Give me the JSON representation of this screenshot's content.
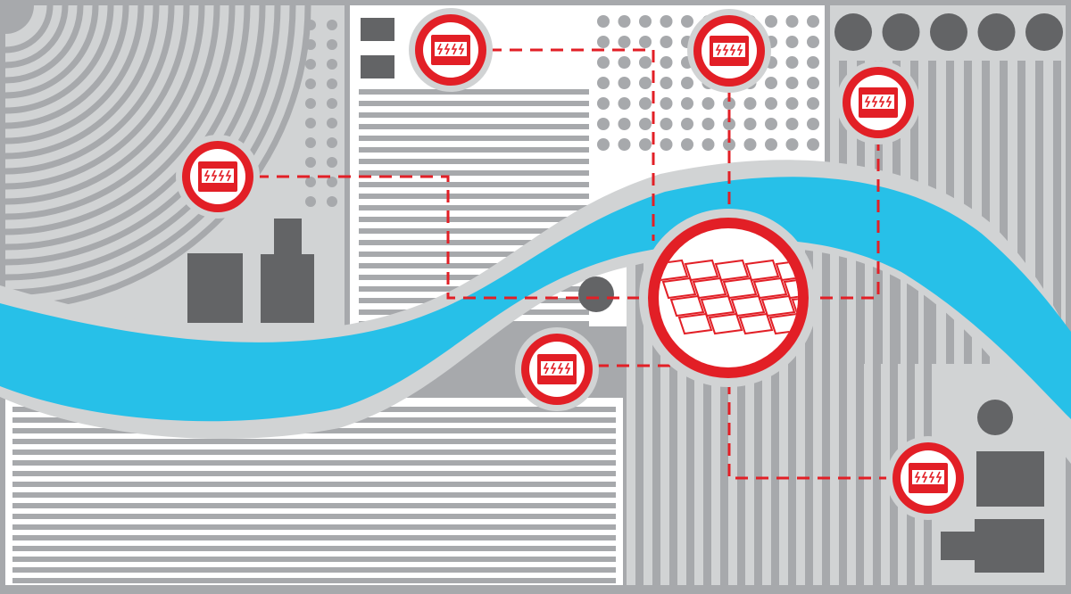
{
  "colors": {
    "background": "#ffffff",
    "frame": "#a7a9ac",
    "zone_fill": "#d1d3d4",
    "pattern_gray": "#a7a9ac",
    "dark_block": "#636466",
    "river": "#27c0e8",
    "river_bank": "#d1d3d4",
    "accent_red": "#e21f26",
    "link_dash": "#e21f26",
    "node_halo": "#d1d3d4",
    "white": "#ffffff"
  },
  "icons": {
    "small_node": "battery-storage-icon",
    "central_hub": "solar-panel-array-icon",
    "zone_dots": "dot-grid-pattern",
    "zone_arcs": "concentric-arc-pattern"
  },
  "legend": {
    "visible": false
  },
  "network": {
    "node_count": 6,
    "hub_count": 1,
    "node_ids": [
      "storage-1",
      "storage-2",
      "storage-3",
      "storage-4",
      "storage-5",
      "storage-6"
    ],
    "hub_id": "solar-hub"
  }
}
